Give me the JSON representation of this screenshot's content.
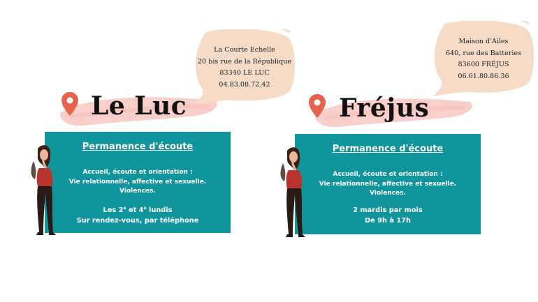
{
  "colors": {
    "teal_card": "#11959c",
    "bubble_fill": "#f6dcc7",
    "brush_pink": "#f2a7a0",
    "pin_red": "#e5644d",
    "text_dark": "#1f1f1f"
  },
  "locations": [
    {
      "city": "Le Luc",
      "address": [
        "La Courte Echelle",
        "20 bis rue de la République",
        "83340 LE LUC",
        "04.83.08.72.42"
      ],
      "card_title": "Permanence d'écoute",
      "description": [
        "Accueil, écoute et orientation :",
        "Vie relationnelle, affective et sexuelle.",
        "Violences."
      ],
      "schedule": {
        "part1": "Les 2",
        "sup1": "e",
        "part2": " et 4",
        "sup2": "e",
        "part3": " lundis",
        "line2": "Sur rendez-vous, par téléphone"
      }
    },
    {
      "city": "Fréjus",
      "address": [
        "Maison d'Ailes",
        "640, rue des Batteries",
        "83600 FRÉJUS",
        "06.61.80.86.36"
      ],
      "card_title": "Permanence d'écoute",
      "description": [
        "Accueil, écoute et orientation :",
        "Vie relationnelle, affective et sexuelle.",
        "Violences."
      ],
      "schedule": {
        "line1": "2 mardis par mois",
        "line2": "De 9h à 17h"
      }
    }
  ]
}
